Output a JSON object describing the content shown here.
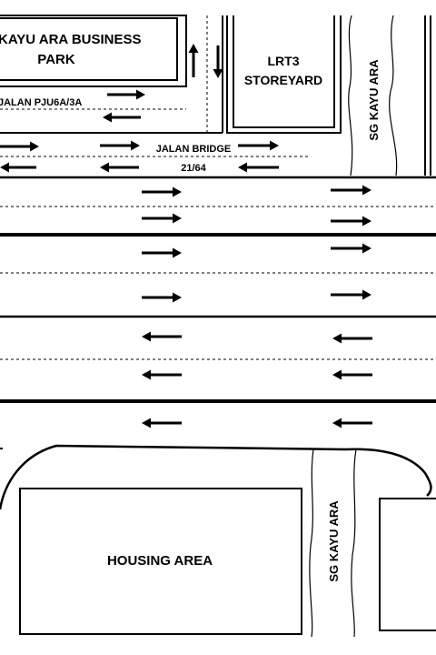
{
  "map": {
    "colors": {
      "ink": "#000000",
      "background": "#ffffff"
    },
    "labels": {
      "business_park_line1": "KAYU ARA BUSINESS",
      "business_park_line2": "PARK",
      "jalan_pju": "JALAN PJU6A/3A",
      "lrt_line1": "LRT3",
      "lrt_line2": "STOREYARD",
      "sg_top": "SG KAYU ARA",
      "jalan_bridge_line1": "JALAN BRIDGE",
      "jalan_bridge_line2": "21/64",
      "housing": "HOUSING AREA",
      "sg_bottom": "SG KAYU ARA"
    },
    "arrow_directions": {
      "eastbound": "right",
      "westbound": "left",
      "northbound": "up",
      "southbound": "down"
    }
  }
}
